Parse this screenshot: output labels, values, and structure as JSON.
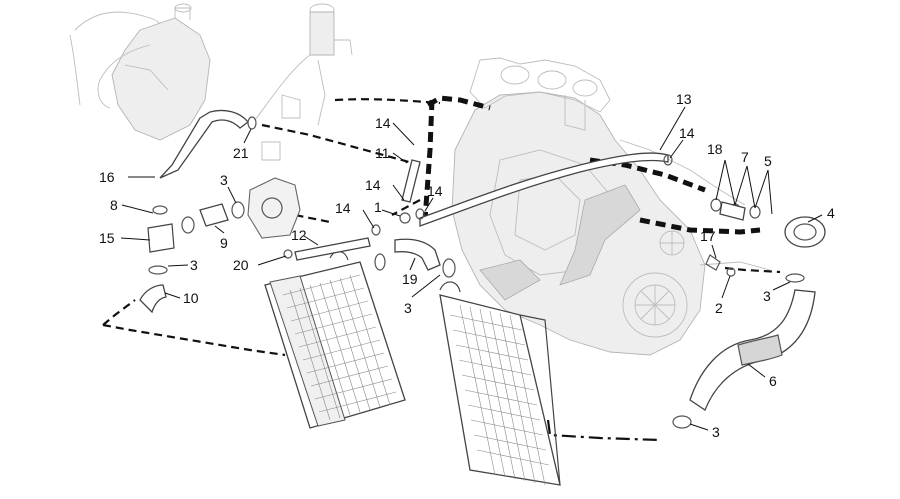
{
  "diagram": {
    "callouts": [
      {
        "id": "c1",
        "text": "13"
      },
      {
        "id": "c2",
        "text": "14"
      },
      {
        "id": "c3",
        "text": "11"
      },
      {
        "id": "c4",
        "text": "14"
      },
      {
        "id": "c5",
        "text": "14"
      },
      {
        "id": "c6",
        "text": "14"
      },
      {
        "id": "c7",
        "text": "1"
      },
      {
        "id": "c8",
        "text": "14"
      },
      {
        "id": "c9",
        "text": "18"
      },
      {
        "id": "c10",
        "text": "7"
      },
      {
        "id": "c11",
        "text": "5"
      },
      {
        "id": "c12",
        "text": "4"
      },
      {
        "id": "c13",
        "text": "17"
      },
      {
        "id": "c14",
        "text": "2"
      },
      {
        "id": "c15",
        "text": "3"
      },
      {
        "id": "c16",
        "text": "6"
      },
      {
        "id": "c17",
        "text": "3"
      },
      {
        "id": "c18",
        "text": "16"
      },
      {
        "id": "c19",
        "text": "21"
      },
      {
        "id": "c20",
        "text": "3"
      },
      {
        "id": "c21",
        "text": "8"
      },
      {
        "id": "c22",
        "text": "15"
      },
      {
        "id": "c23",
        "text": "9"
      },
      {
        "id": "c24",
        "text": "3"
      },
      {
        "id": "c25",
        "text": "12"
      },
      {
        "id": "c26",
        "text": "20"
      },
      {
        "id": "c27",
        "text": "19"
      },
      {
        "id": "c28",
        "text": "3"
      },
      {
        "id": "c29",
        "text": "10"
      }
    ]
  }
}
